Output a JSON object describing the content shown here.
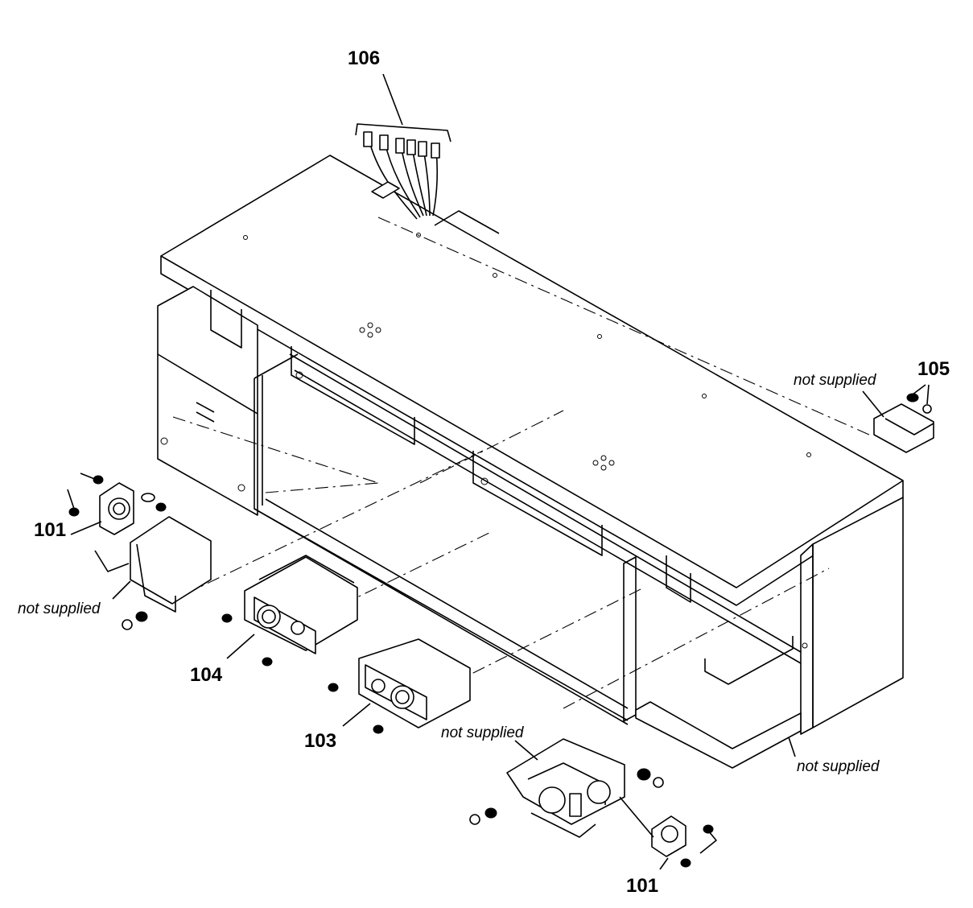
{
  "callouts": {
    "c101_left": "101",
    "c101_bottom": "101",
    "c103": "103",
    "c104": "104",
    "c105": "105",
    "c106": "106"
  },
  "notes": {
    "not_supplied_top_right": "not supplied",
    "not_supplied_left": "not supplied",
    "not_supplied_center": "not supplied",
    "not_supplied_bottom_right": "not supplied"
  }
}
